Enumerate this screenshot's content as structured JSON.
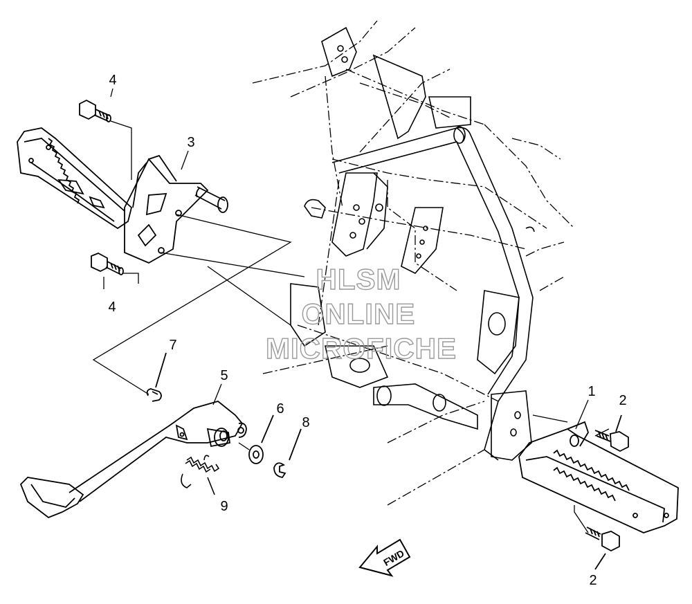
{
  "callouts": {
    "c1": "1",
    "c2a": "2",
    "c2b": "2",
    "c3": "3",
    "c4a": "4",
    "c4b": "4",
    "c5": "5",
    "c6": "6",
    "c7": "7",
    "c8": "8",
    "c9": "9"
  },
  "watermark": {
    "line1": "HLSM",
    "line2": "ONLINE",
    "line3": "MICROFICHE"
  },
  "direction_arrow": {
    "label": "FWD"
  },
  "colors": {
    "ink": "#000000",
    "watermark": "#9a9a9a",
    "background": "#ffffff"
  }
}
